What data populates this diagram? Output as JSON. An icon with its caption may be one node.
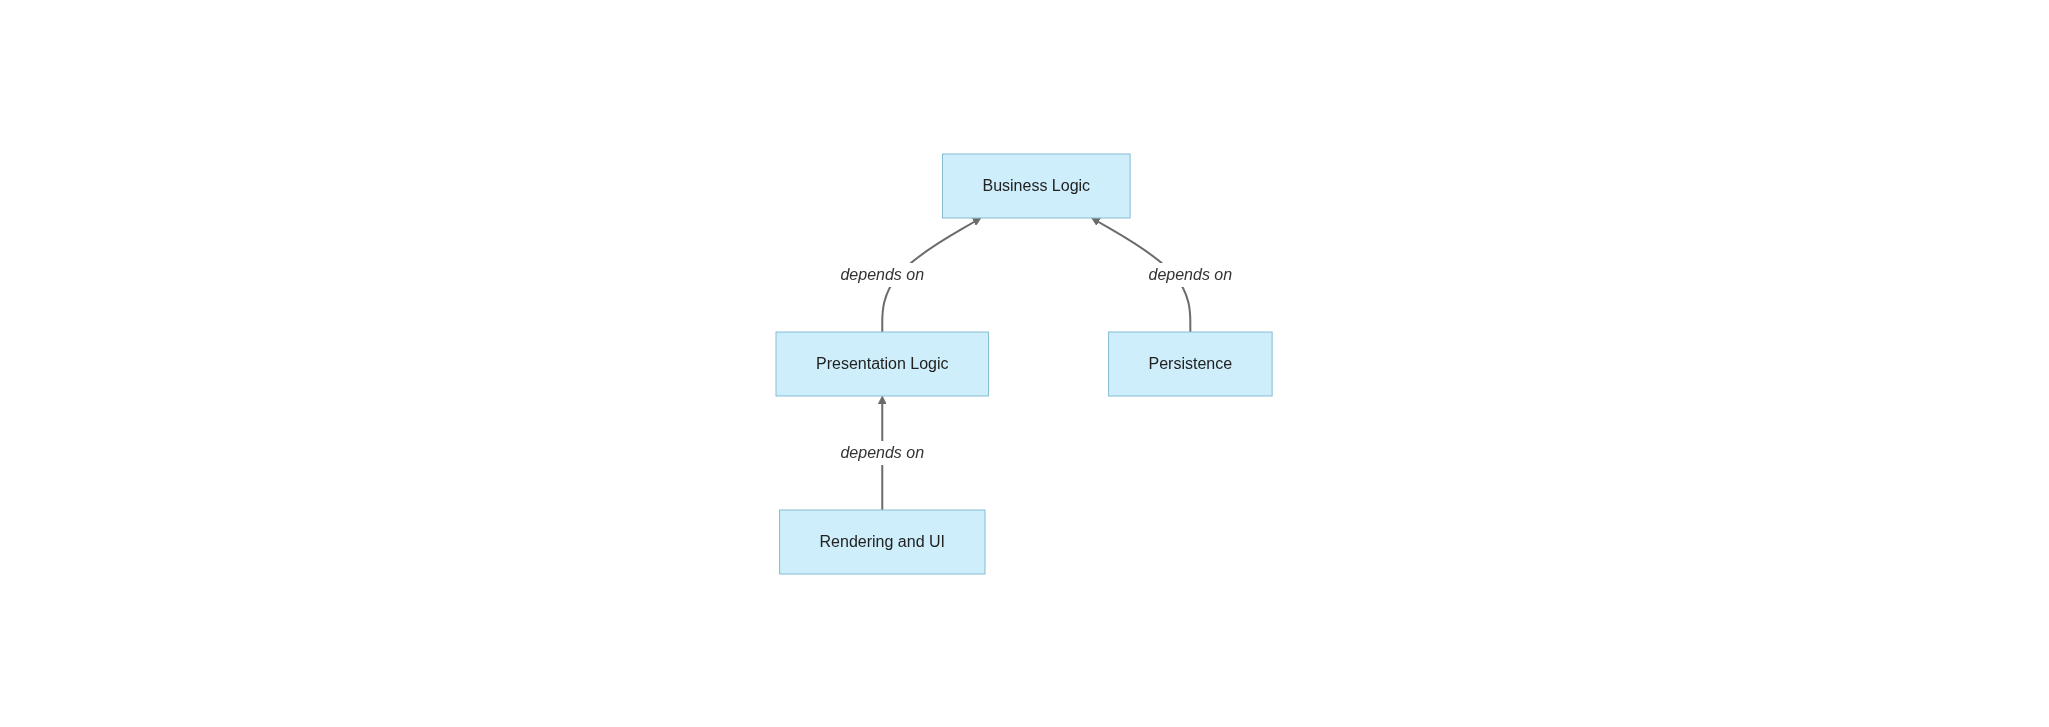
{
  "diagram": {
    "nodes": [
      {
        "text": [
          "Business Logic"
        ]
      },
      {
        "text": [
          "Presentation Logic"
        ]
      },
      {
        "text": [
          "Persistence"
        ]
      },
      {
        "text": [
          "Rendering and UI"
        ]
      }
    ],
    "edges": [
      {
        "from": 1,
        "to": 0,
        "arrow": "to",
        "label": "depends on"
      },
      {
        "from": 2,
        "to": 0,
        "arrow": "to",
        "label": "depends on"
      },
      {
        "from": 3,
        "to": 1,
        "arrow": "to",
        "label": "depends on"
      }
    ]
  }
}
